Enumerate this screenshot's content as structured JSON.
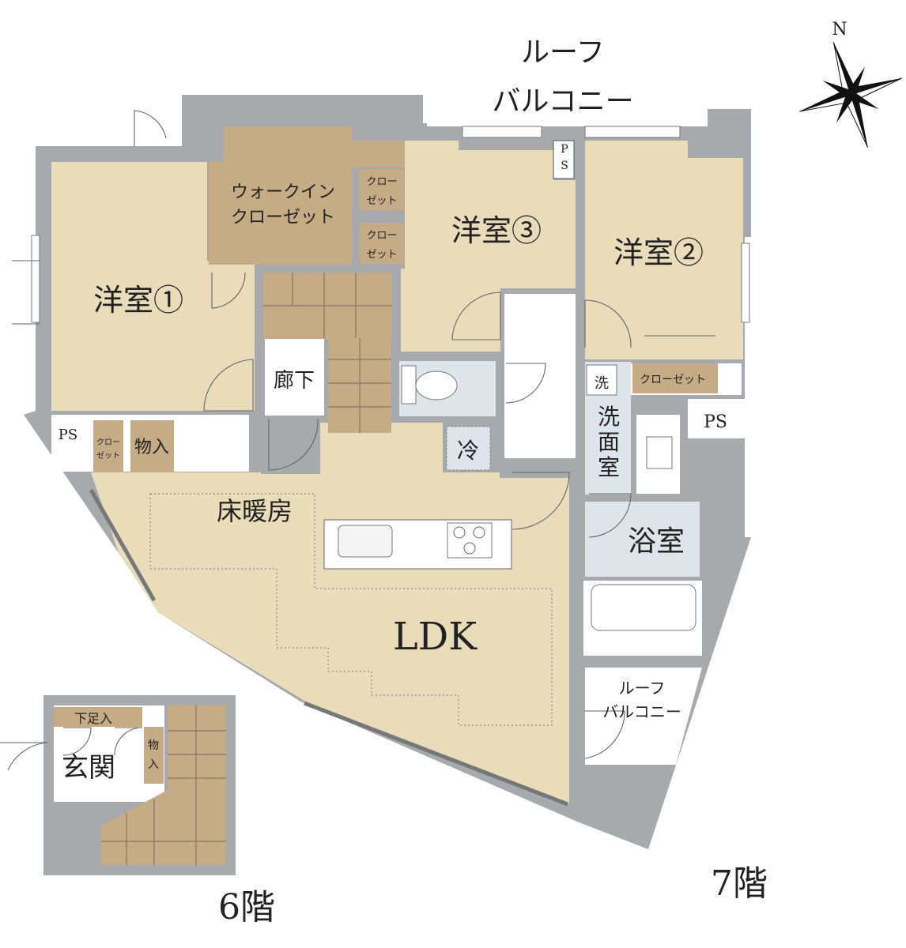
{
  "compass": {
    "label": "N"
  },
  "floor7": {
    "floor_label": "7階",
    "roof_balcony_top": [
      "ルーフ",
      "バルコニー"
    ],
    "ps_top": [
      "P",
      "S"
    ],
    "walkin_closet": [
      "ウォークイン",
      "クローゼット"
    ],
    "closet_small_1": [
      "クロー",
      "ゼット"
    ],
    "closet_small_2": [
      "クロー",
      "ゼット"
    ],
    "room_1": "洋室①",
    "room_2": "洋室②",
    "room_3": "洋室③",
    "hallway": "廊下",
    "ps_left": "PS",
    "closet_left": [
      "クロー",
      "ゼット"
    ],
    "storage_left": "物入",
    "floor_heating": "床暖房",
    "fridge": "冷",
    "ldk": "LDK",
    "closet_room2": "クローゼット",
    "washer": "洗",
    "washroom": [
      "洗",
      "面",
      "室"
    ],
    "ps_right": "PS",
    "bathroom": "浴室",
    "roof_balcony_bottom": [
      "ルーフ",
      "バルコニー"
    ]
  },
  "floor6": {
    "floor_label": "6階",
    "shoe_storage": "下足入",
    "entrance": "玄関",
    "storage": [
      "物",
      "入"
    ]
  },
  "colors": {
    "room": "#e8dcba",
    "walkin_closet": "#c5ab86",
    "wall": "#a7a9ac",
    "wet_area": "#dfe3ea"
  }
}
